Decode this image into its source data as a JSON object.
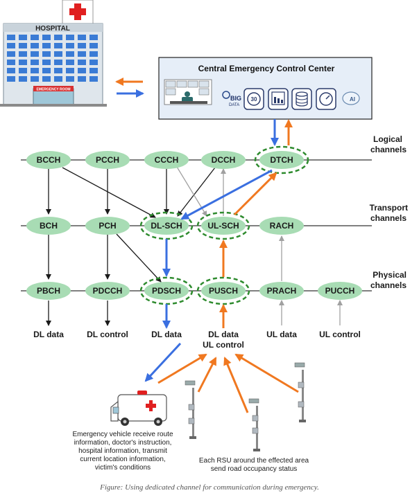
{
  "hospital": {
    "sign": "HOSPITAL",
    "room": "EMERGENCY ROOM"
  },
  "control_center": {
    "title": "Central Emergency Control Center",
    "icons": [
      "monitor-wall-icon",
      "big-data-icon",
      "clock-icon",
      "bar-chart-icon",
      "database-icon",
      "gauge-icon",
      "ai-brain-icon"
    ],
    "big_data_label_1": "BIG",
    "big_data_label_2": "DATA",
    "clock_label": "30",
    "ai_label": "AI"
  },
  "layers": {
    "logical": [
      "Logical",
      "channels"
    ],
    "transport": [
      "Transport",
      "channels"
    ],
    "physical": [
      "Physical",
      "channels"
    ]
  },
  "logical_channels": [
    "BCCH",
    "PCCH",
    "CCCH",
    "DCCH",
    "DTCH"
  ],
  "transport_channels": [
    "BCH",
    "PCH",
    "DL-SCH",
    "UL-SCH",
    "RACH"
  ],
  "physical_channels": [
    "PBCH",
    "PDCCH",
    "PDSCH",
    "PUSCH",
    "PRACH",
    "PUCCH"
  ],
  "outputs": {
    "pbch": "DL data",
    "pdcch": "DL control",
    "pdsch": "DL data",
    "pusch_1": "DL data",
    "pusch_2": "UL control",
    "prach": "UL data",
    "pucch": "UL control"
  },
  "ambulance_text": [
    "Emergency vehicle receive route",
    "information, doctor's instruction,",
    "hospital information, transmit",
    "current location information,",
    "victim's conditions"
  ],
  "rsu_text": [
    "Each RSU around the effected area",
    "send road occupancy status"
  ],
  "caption": "Figure: Using dedicated channel for communication during emergency.",
  "colors": {
    "node_fill": "#a8dcb4",
    "highlight_ring": "#2e8b2e",
    "downlink_arrow": "#3a6fe0",
    "uplink_arrow": "#f07820",
    "gray_arrow": "#a0a0a0"
  }
}
